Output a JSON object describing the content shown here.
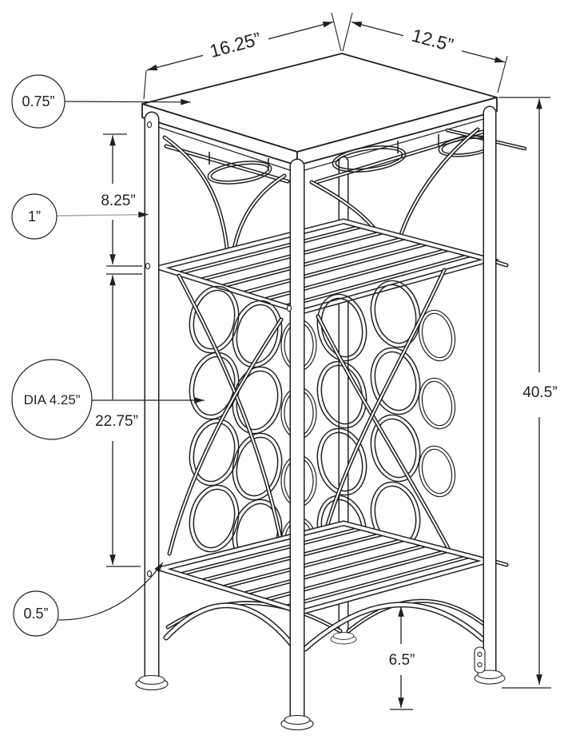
{
  "colors": {
    "line": "#231f20",
    "leader_gray": "#a7a9ac",
    "background": "#ffffff"
  },
  "annotations": {
    "top_width": "16.25”",
    "top_depth": "12.5”",
    "top_thickness": "0.75”",
    "upper_opening_height": "8.25”",
    "frame_tube_width": "1”",
    "ring_diameter": "DIA 4.25”",
    "rack_section_height": "22.75”",
    "overall_height": "40.5”",
    "leg_tube_width": "0.5”",
    "base_arch_clearance": "6.5”"
  }
}
